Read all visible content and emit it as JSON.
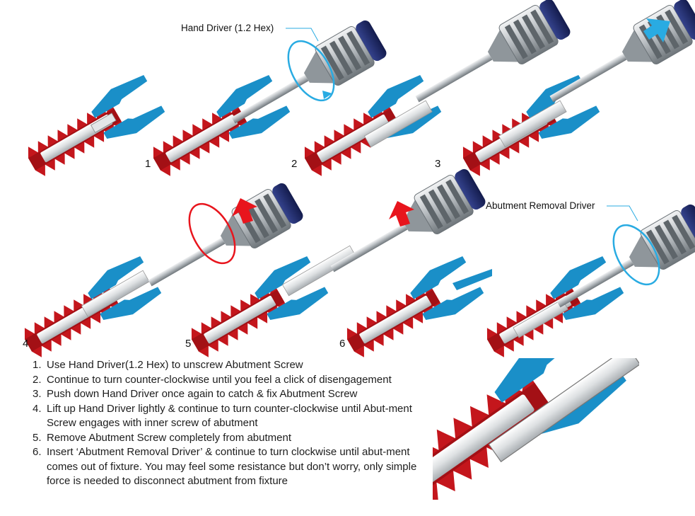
{
  "steps": [
    "1",
    "2",
    "3",
    "4",
    "5",
    "6"
  ],
  "callouts": {
    "hand_driver": "Hand Driver (1.2 Hex)",
    "removal_driver": "Abutment Removal Driver"
  },
  "instructions": [
    {
      "num": "1.",
      "text": "Use Hand Driver(1.2 Hex) to unscrew Abutment Screw"
    },
    {
      "num": "2.",
      "text": "Continue to turn counter-clockwise until you feel a click of disengagement"
    },
    {
      "num": "3.",
      "text": "Push down Hand Driver once again to catch & fix Abutment Screw"
    },
    {
      "num": "4.",
      "text": "Lift up Hand Driver lightly & continue to turn counter-clockwise until Abut-ment Screw engages with inner screw of abutment"
    },
    {
      "num": "5.",
      "text": "Remove Abutment Screw completely from abutment"
    },
    {
      "num": "6.",
      "text": "Insert ‘Abutment Removal Driver’ & continue to turn clockwise until abut-ment comes out of fixture. You may feel some resistance but don’t worry, only simple force is needed to disconnect abutment from fixture"
    }
  ],
  "colors": {
    "fixture": "#c4161c",
    "abutment": "#1a8fc8",
    "screw": "#cfd3d6",
    "driver_body": "#9aa1a6",
    "driver_cap": "#1f2a6b",
    "arrow_blue": "#29abe2",
    "arrow_red": "#e8151d"
  }
}
